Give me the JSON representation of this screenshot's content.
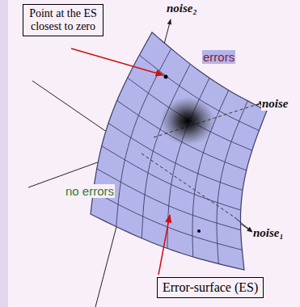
{
  "diagram": {
    "nodes": [
      {
        "text": [
          "Point at the ES closest to zero"
        ]
      },
      {
        "text": [
          "Error-surface (ES)"
        ]
      }
    ],
    "edges": [],
    "labels": [
      "noise₂",
      "errors",
      "noise",
      "no errors",
      "noise₁"
    ]
  }
}
